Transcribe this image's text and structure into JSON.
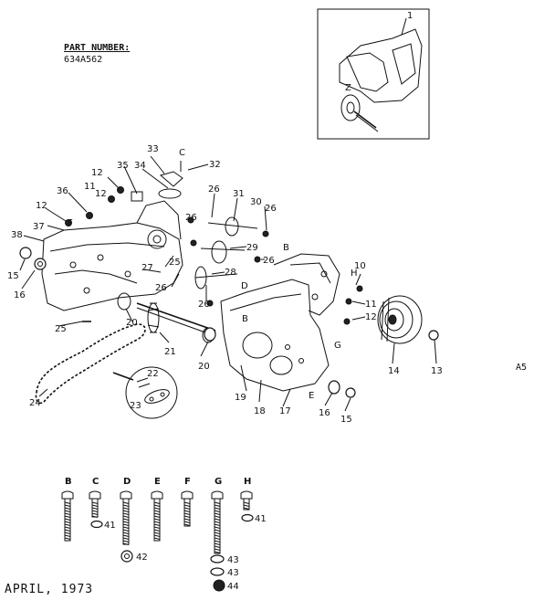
{
  "part_number": {
    "title": "PART NUMBER:",
    "value": "634A562"
  },
  "date": "APRIL, 1973",
  "diagram_code": "A5",
  "inset": {
    "callout": "1",
    "wheel_label": "Z"
  },
  "callouts": {
    "n10": "10",
    "n11": "11",
    "n12": "12",
    "n13": "13",
    "n14": "14",
    "n15": "15",
    "n16": "16",
    "n17": "17",
    "n18": "18",
    "n19": "19",
    "n20": "20",
    "n21": "21",
    "n22": "22",
    "n23": "23",
    "n24": "24",
    "n25": "25",
    "n26": "26",
    "n27": "27",
    "n28": "28",
    "n29": "29",
    "n30": "30",
    "n31": "31",
    "n32": "32",
    "n33": "33",
    "n34": "34",
    "n35": "35",
    "n36": "36",
    "n37": "37",
    "n38": "38",
    "n41": "41",
    "n42": "42",
    "n43": "43",
    "n44": "44"
  },
  "letters": {
    "B": "B",
    "C": "C",
    "D": "D",
    "E": "E",
    "F": "F",
    "G": "G",
    "H": "H"
  },
  "bolts": [
    {
      "label": "B",
      "length": 46
    },
    {
      "label": "C",
      "length": 20
    },
    {
      "label": "D",
      "length": 50
    },
    {
      "label": "E",
      "length": 46
    },
    {
      "label": "F",
      "length": 30
    },
    {
      "label": "G",
      "length": 60
    },
    {
      "label": "H",
      "length": 12
    }
  ]
}
